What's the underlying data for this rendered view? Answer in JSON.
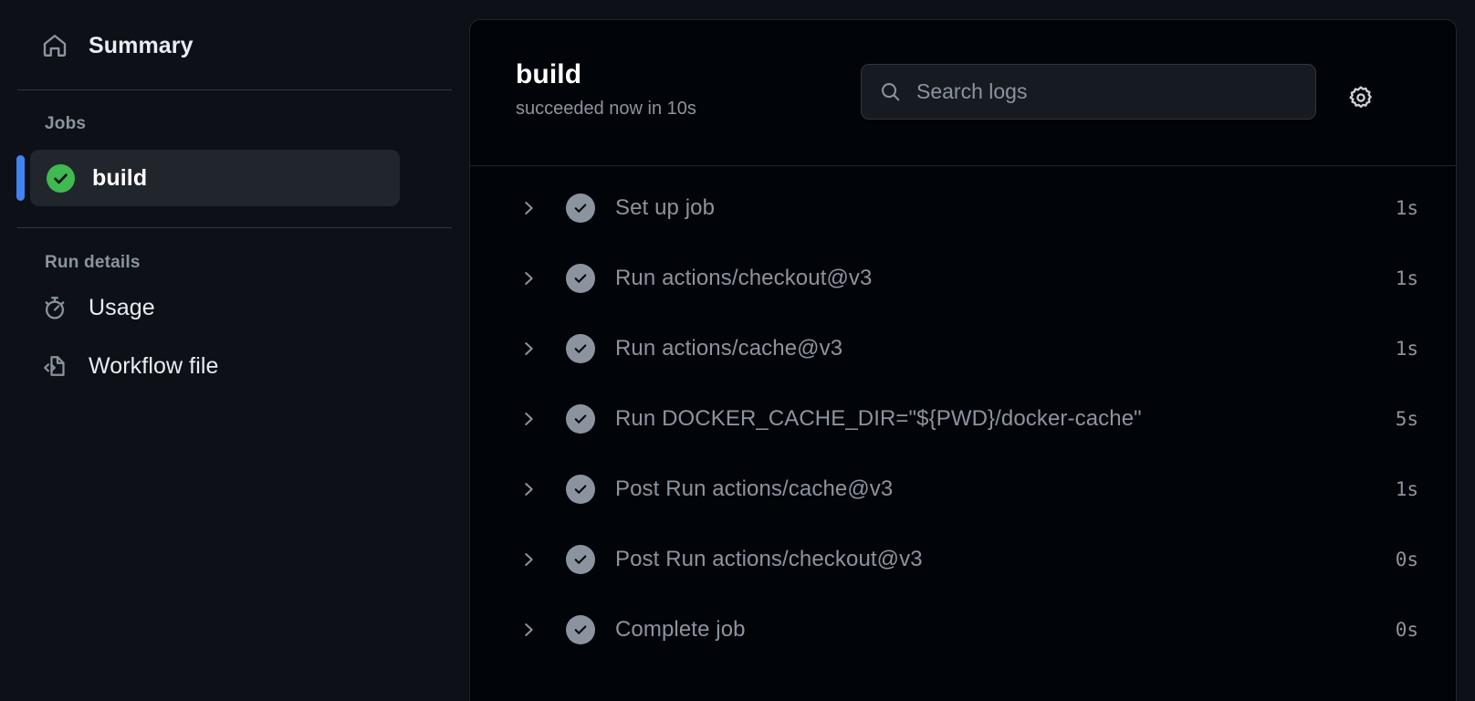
{
  "sidebar": {
    "summary": {
      "label": "Summary",
      "icon": "home-icon"
    },
    "jobs_heading": "Jobs",
    "jobs": [
      {
        "name": "build",
        "status": "succeeded",
        "status_icon": "check-circle-icon",
        "active": true
      }
    ],
    "run_details_heading": "Run details",
    "run_details": [
      {
        "label": "Usage",
        "icon": "stopwatch-icon"
      },
      {
        "label": "Workflow file",
        "icon": "code-file-icon"
      }
    ]
  },
  "panel": {
    "header": {
      "title": "build",
      "subtitle": "succeeded now in 10s",
      "search": {
        "placeholder": "Search logs",
        "value": "",
        "icon": "search-icon"
      },
      "settings_icon": "gear-icon"
    },
    "steps": [
      {
        "name": "Set up job",
        "duration": "1s",
        "status": "success"
      },
      {
        "name": "Run actions/checkout@v3",
        "duration": "1s",
        "status": "success"
      },
      {
        "name": "Run actions/cache@v3",
        "duration": "1s",
        "status": "success"
      },
      {
        "name": "Run DOCKER_CACHE_DIR=\"${PWD}/docker-cache\"",
        "duration": "5s",
        "status": "success"
      },
      {
        "name": "Post Run actions/cache@v3",
        "duration": "1s",
        "status": "success"
      },
      {
        "name": "Post Run actions/checkout@v3",
        "duration": "0s",
        "status": "success"
      },
      {
        "name": "Complete job",
        "duration": "0s",
        "status": "success"
      }
    ]
  },
  "colors": {
    "background": "#0d1117",
    "panel_background": "#010409",
    "border": "#21262d",
    "success_green": "#3fb950",
    "active_blue": "#4183f0",
    "muted_text": "#8b949e",
    "primary_text": "#e6edf3"
  }
}
